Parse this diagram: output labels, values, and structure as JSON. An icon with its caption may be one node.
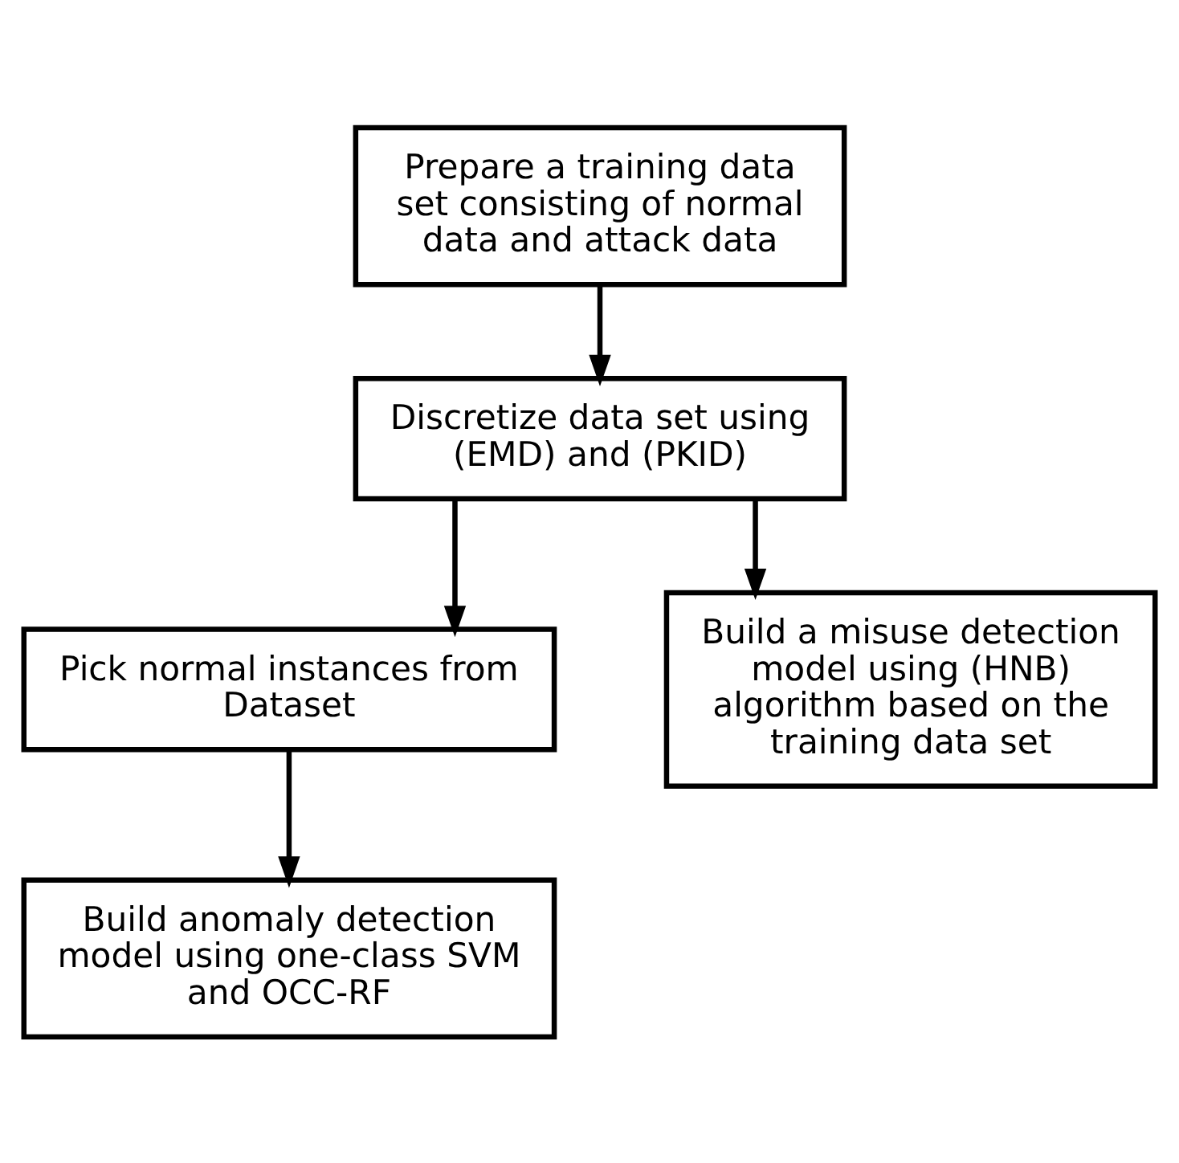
{
  "diagram": {
    "nodes": [
      {
        "text": [
          "Prepare a training data set consisting of normal data and attack data"
        ]
      },
      {
        "text": [
          "Discretize data set using (EMD) and (PKID)"
        ]
      },
      {
        "text": [
          "Pick normal instances from Dataset"
        ]
      },
      {
        "text": [
          "Build a misuse detection model using (HNB) algorithm based on the training data set"
        ]
      },
      {
        "text": [
          "Build anomaly detection model using one-class SVM and OCC-RF"
        ]
      }
    ],
    "edges": [
      {
        "from": 0,
        "to": 1,
        "arrow": "to"
      },
      {
        "from": 1,
        "to": 2,
        "arrow": "to"
      },
      {
        "from": 1,
        "to": 3,
        "arrow": "to"
      },
      {
        "from": 2,
        "to": 4,
        "arrow": "to"
      }
    ]
  }
}
